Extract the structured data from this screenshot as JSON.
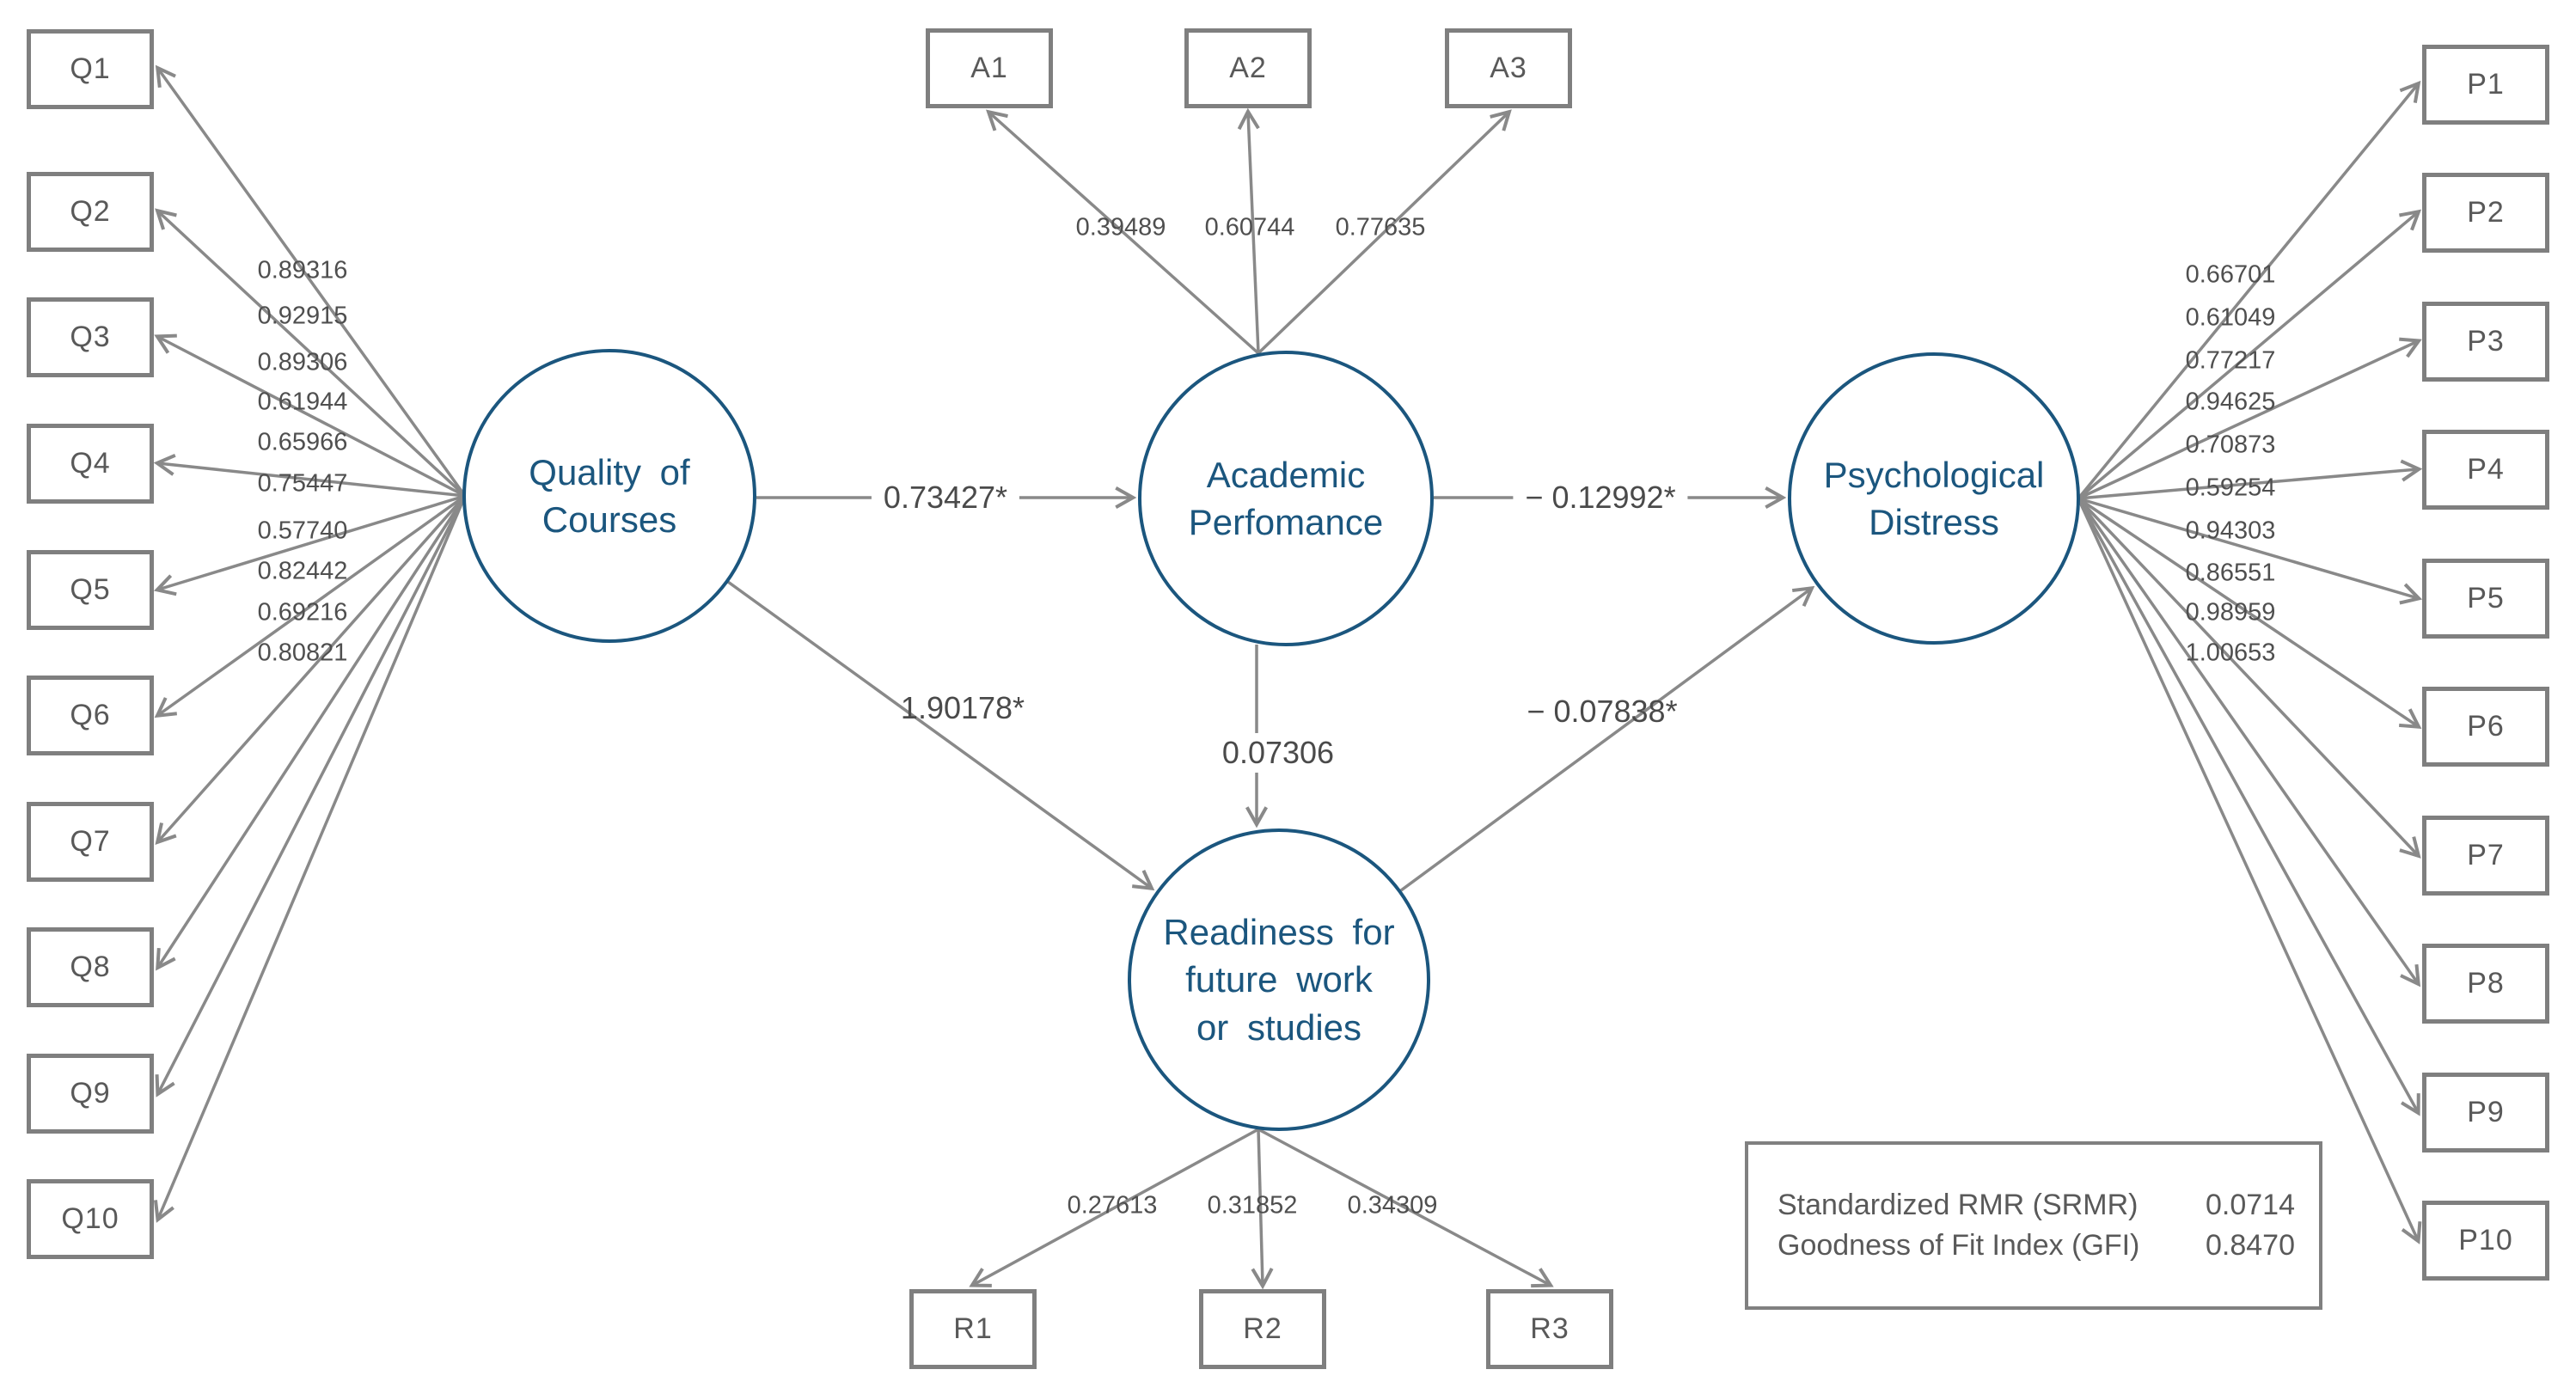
{
  "latents": {
    "quality": {
      "lines": [
        "Quality of",
        "Courses"
      ]
    },
    "academic": {
      "lines": [
        "Academic",
        "Perfomance"
      ]
    },
    "distress": {
      "lines": [
        "Psychological",
        "Distress"
      ]
    },
    "readiness": {
      "lines": [
        "Readiness for",
        "future work",
        "or studies"
      ]
    }
  },
  "indicators": {
    "quality": [
      {
        "label": "Q1",
        "loading": "0.89316"
      },
      {
        "label": "Q2",
        "loading": "0.92915"
      },
      {
        "label": "Q3",
        "loading": "0.89306"
      },
      {
        "label": "Q4",
        "loading": "0.61944"
      },
      {
        "label": "Q5",
        "loading": "0.65966"
      },
      {
        "label": "Q6",
        "loading": "0.75447"
      },
      {
        "label": "Q7",
        "loading": "0.57740"
      },
      {
        "label": "Q8",
        "loading": "0.82442"
      },
      {
        "label": "Q9",
        "loading": "0.69216"
      },
      {
        "label": "Q10",
        "loading": "0.80821"
      }
    ],
    "academic": [
      {
        "label": "A1",
        "loading": "0.39489"
      },
      {
        "label": "A2",
        "loading": "0.60744"
      },
      {
        "label": "A3",
        "loading": "0.77635"
      }
    ],
    "distress": [
      {
        "label": "P1",
        "loading": "0.66701"
      },
      {
        "label": "P2",
        "loading": "0.61049"
      },
      {
        "label": "P3",
        "loading": "0.77217"
      },
      {
        "label": "P4",
        "loading": "0.94625"
      },
      {
        "label": "P5",
        "loading": "0.70873"
      },
      {
        "label": "P6",
        "loading": "0.59254"
      },
      {
        "label": "P7",
        "loading": "0.94303"
      },
      {
        "label": "P8",
        "loading": "0.86551"
      },
      {
        "label": "P9",
        "loading": "0.98959"
      },
      {
        "label": "P10",
        "loading": "1.00653"
      }
    ],
    "readiness": [
      {
        "label": "R1",
        "loading": "0.27613"
      },
      {
        "label": "R2",
        "loading": "0.31852"
      },
      {
        "label": "R3",
        "loading": "0.34309"
      }
    ]
  },
  "paths": {
    "quality_to_academic": "0.73427*",
    "academic_to_distress": "− 0.12992*",
    "quality_to_readiness": "1.90178*",
    "academic_to_readiness": "0.07306",
    "readiness_to_distress": "− 0.07838*"
  },
  "fit_box": {
    "rows": [
      {
        "label": "Standardized RMR (SRMR)",
        "value": "0.0714"
      },
      {
        "label": "Goodness of Fit Index (GFI)",
        "value": "0.8470"
      }
    ]
  },
  "colors": {
    "latent_accent": "#1b567e",
    "connector_gray": "#898989",
    "box_border_gray": "#7f7f7f",
    "text_gray": "#595959"
  }
}
